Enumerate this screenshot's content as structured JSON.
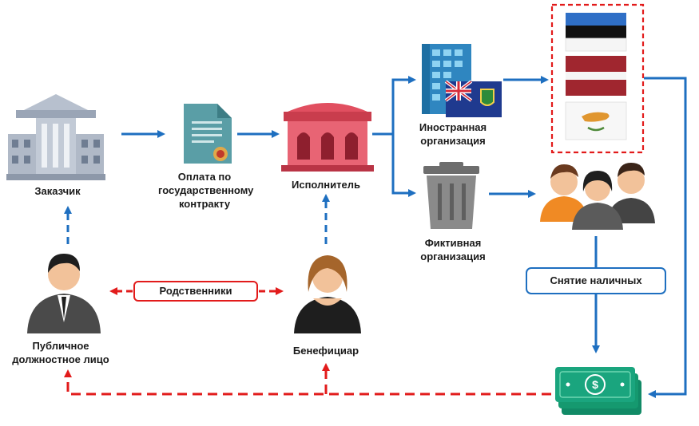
{
  "nodes": {
    "customer": "Заказчик",
    "payment": "Оплата по государственному контракту",
    "contractor": "Исполнитель",
    "foreign_org": "Иностранная организация",
    "fictitious_org": "Фиктивная организация",
    "official": "Публичное должностное лицо",
    "beneficiary": "Бенефициар"
  },
  "box_labels": {
    "relatives": "Родственники",
    "cash_withdrawal": "Снятие наличных"
  },
  "flags": [
    "estonia-flag",
    "latvia-flag",
    "cyprus-flag"
  ],
  "colors": {
    "blue_arrow": "#1e6fc0",
    "red_dashed": "#e21b1b",
    "building": "#a9b3c3",
    "contractor": "#e14f60",
    "document": "#5a9ea6",
    "office_tower": "#2f86c0",
    "trash": "#7a7a7a",
    "money": "#1aa57e"
  }
}
